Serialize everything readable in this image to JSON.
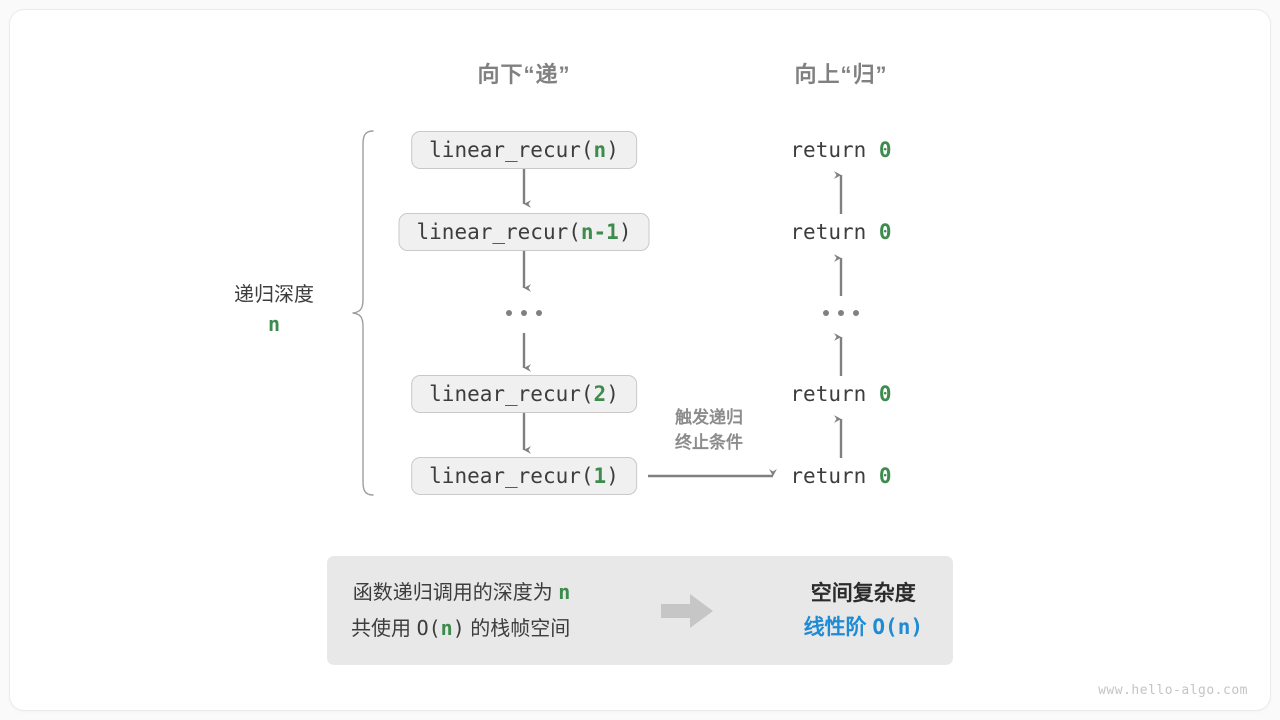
{
  "headers": {
    "down": "向下“递”",
    "up": "向上“归”"
  },
  "colors": {
    "accent_green": "#3d8c4e",
    "accent_blue": "#1e8bd4",
    "box_fill": "#f0f0f0",
    "box_border": "#c9c9c9",
    "arrow": "#808080",
    "panel_bg": "#e8e8e8",
    "text": "#3d3d3d"
  },
  "call_stack": [
    {
      "prefix": "linear_recur(",
      "arg": "n",
      "suffix": ")"
    },
    {
      "prefix": "linear_recur(",
      "arg": "n-1",
      "suffix": ")"
    },
    {
      "prefix": "linear_recur(",
      "arg": "2",
      "suffix": ")"
    },
    {
      "prefix": "linear_recur(",
      "arg": "1",
      "suffix": ")"
    }
  ],
  "returns": [
    {
      "keyword": "return ",
      "value": "0"
    },
    {
      "keyword": "return ",
      "value": "0"
    },
    {
      "keyword": "return ",
      "value": "0"
    },
    {
      "keyword": "return ",
      "value": "0"
    }
  ],
  "ellipsis": "· · ·",
  "depth_label": {
    "title": "递归深度",
    "value": "n"
  },
  "base_case_note": {
    "line1": "触发递归",
    "line2": "终止条件"
  },
  "summary": {
    "left_line1_text": "函数递归调用的深度为 ",
    "left_line1_var": "n",
    "left_line2_pre": "共使用 ",
    "left_line2_mono_open": "O(",
    "left_line2_var": "n",
    "left_line2_mono_close": ")",
    "left_line2_post": " 的栈帧空间",
    "arrow_icon": "right-block-arrow-icon",
    "right_line1": "空间复杂度",
    "right_line2_label": "线性阶 ",
    "right_line2_value": "O(n)"
  },
  "watermark": "www.hello-algo.com"
}
